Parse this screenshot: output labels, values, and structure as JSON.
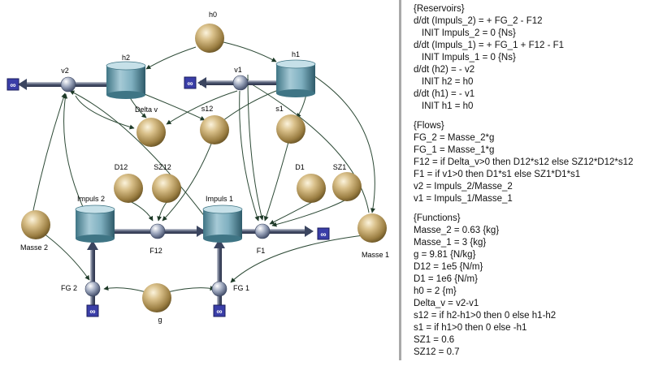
{
  "diagram": {
    "labels": {
      "h0": "h0",
      "h1": "h1",
      "h2": "h2",
      "v1": "v1",
      "v2": "v2",
      "delta_v": "Delta v",
      "s12": "s12",
      "s1": "s1",
      "d12": "D12",
      "sz12": "SZ12",
      "d1": "D1",
      "sz1": "SZ1",
      "impuls2": "Impuls 2",
      "impuls1": "Impuls 1",
      "f12": "F12",
      "f1": "F1",
      "masse2": "Masse 2",
      "masse1": "Masse 1",
      "fg2": "FG 2",
      "fg1": "FG 1",
      "g": "g",
      "infinity": "∞"
    },
    "colors": {
      "sphere": "#c4a868",
      "sink": "#2b2fa0",
      "stock": "#6fa3b6",
      "valve": "#5a6b8a"
    }
  },
  "equations": {
    "reservoirs": [
      {
        "text": "{Reservoirs}",
        "indent": false
      },
      {
        "text": "d/dt (Impuls_2) = + FG_2 - F12",
        "indent": false
      },
      {
        "text": "INIT Impuls_2 = 0 {Ns}",
        "indent": true
      },
      {
        "text": "d/dt (Impuls_1) = + FG_1 + F12 - F1",
        "indent": false
      },
      {
        "text": "INIT Impuls_1 = 0 {Ns}",
        "indent": true
      },
      {
        "text": "d/dt (h2) = - v2",
        "indent": false
      },
      {
        "text": "INIT h2 = h0",
        "indent": true
      },
      {
        "text": "d/dt (h1) = - v1",
        "indent": false
      },
      {
        "text": "INIT h1 = h0",
        "indent": true
      }
    ],
    "flows": [
      {
        "text": "{Flows}",
        "indent": false
      },
      {
        "text": "FG_2 = Masse_2*g",
        "indent": false
      },
      {
        "text": "FG_1 = Masse_1*g",
        "indent": false
      },
      {
        "text": "F12 = if Delta_v>0 then D12*s12 else SZ12*D12*s12",
        "indent": false
      },
      {
        "text": "F1 = if v1>0 then D1*s1 else SZ1*D1*s1",
        "indent": false
      },
      {
        "text": "v2 = Impuls_2/Masse_2",
        "indent": false
      },
      {
        "text": "v1 = Impuls_1/Masse_1",
        "indent": false
      }
    ],
    "functions": [
      {
        "text": "{Functions}",
        "indent": false
      },
      {
        "text": "Masse_2 = 0.63 {kg}",
        "indent": false
      },
      {
        "text": "Masse_1 = 3 {kg}",
        "indent": false
      },
      {
        "text": "g = 9.81 {N/kg}",
        "indent": false
      },
      {
        "text": "D12 = 1e5 {N/m}",
        "indent": false
      },
      {
        "text": "D1 = 1e6 {N/m}",
        "indent": false
      },
      {
        "text": "h0 = 2 {m}",
        "indent": false
      },
      {
        "text": "Delta_v = v2-v1",
        "indent": false
      },
      {
        "text": "s12 = if h2-h1>0 then 0 else h1-h2",
        "indent": false
      },
      {
        "text": "s1 = if h1>0 then 0 else -h1",
        "indent": false
      },
      {
        "text": "SZ1 = 0.6",
        "indent": false
      },
      {
        "text": "SZ12 = 0.7",
        "indent": false
      }
    ]
  }
}
